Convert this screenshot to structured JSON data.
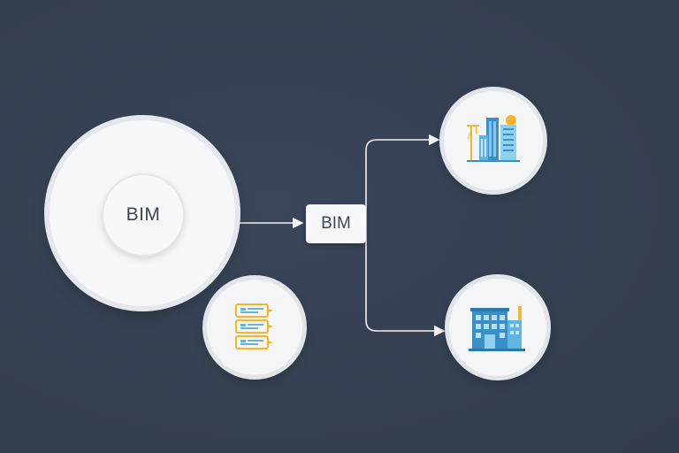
{
  "diagram": {
    "source_node": {
      "label": "BIM"
    },
    "hub_node": {
      "label": "BIM"
    },
    "nodes": [
      {
        "id": "city-buildings",
        "icon": "city-buildings-icon"
      },
      {
        "id": "office-building",
        "icon": "office-building-icon"
      },
      {
        "id": "document-list",
        "icon": "document-list-icon"
      }
    ],
    "edges": [
      {
        "from": "source_node",
        "to": "hub_node"
      },
      {
        "from": "hub_node",
        "to": "city-buildings"
      },
      {
        "from": "hub_node",
        "to": "office-building"
      }
    ]
  },
  "colors": {
    "background": "#354152",
    "node_fill": "#f4f5f7",
    "connector": "#f0f2f5",
    "icon_blue": "#5fb4e0",
    "icon_dark_blue": "#3a8fc8",
    "icon_amber": "#f5b533"
  }
}
